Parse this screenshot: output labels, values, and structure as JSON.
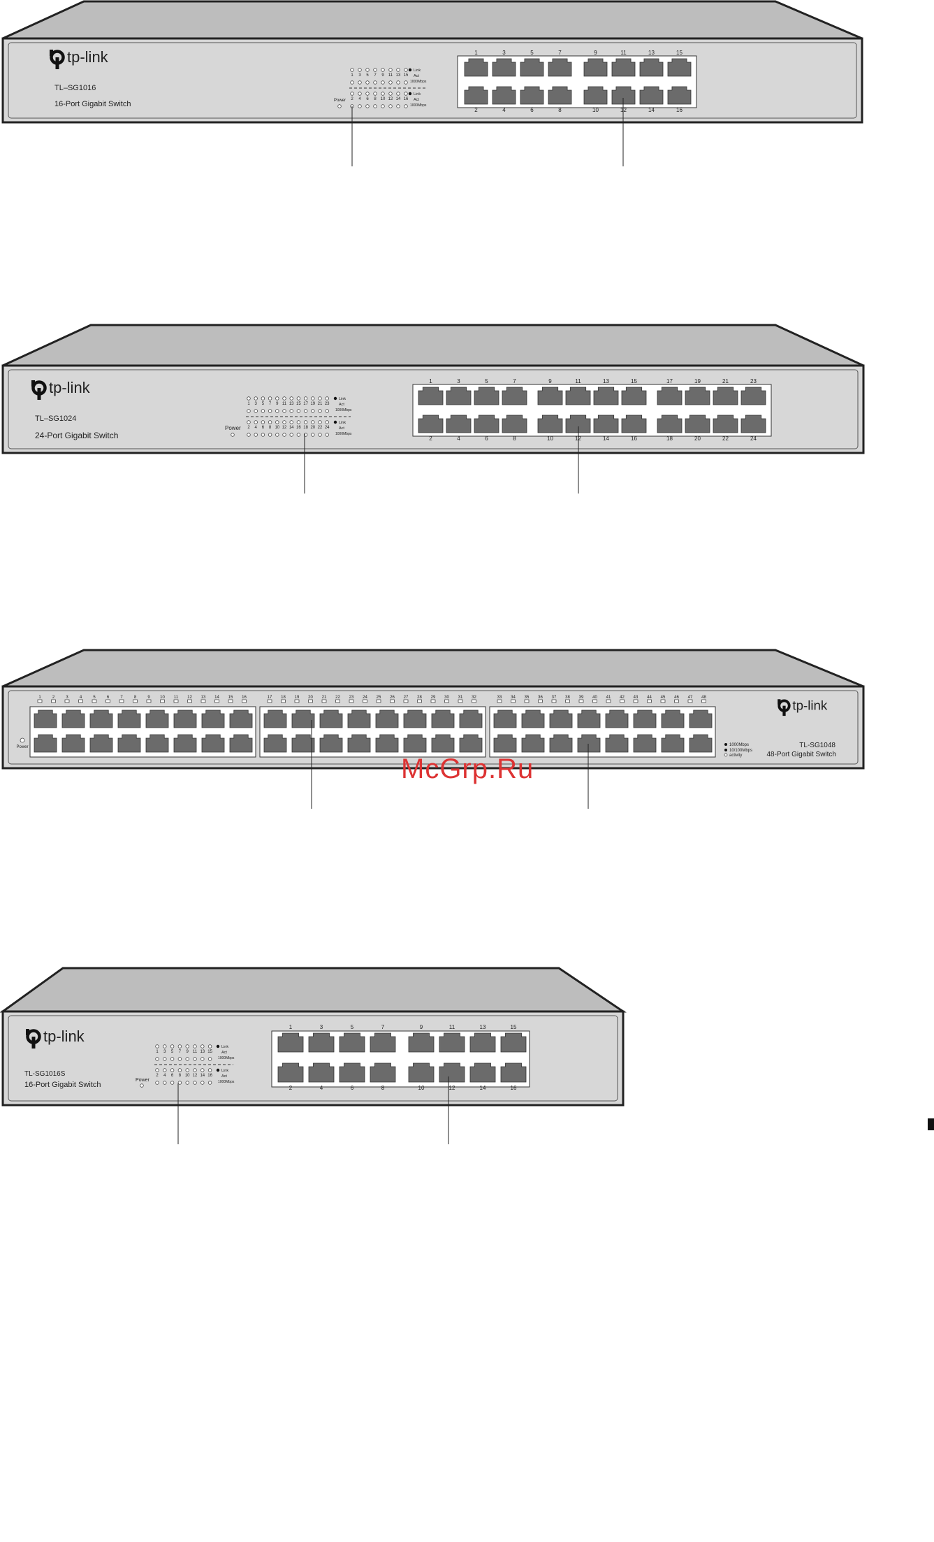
{
  "brand": {
    "logo_text": "tp-link"
  },
  "devices": [
    {
      "id": "sg1016",
      "model": "TL–SG1016",
      "description": "16-Port Gigabit Switch",
      "port_count": 16,
      "led_numbers_top": [
        "1",
        "3",
        "5",
        "7",
        "9",
        "11",
        "13",
        "15"
      ],
      "led_numbers_bottom": [
        "2",
        "4",
        "6",
        "8",
        "10",
        "12",
        "14",
        "16"
      ],
      "led_legend_top": [
        "Link",
        "Act",
        "1000Mbps"
      ],
      "led_legend_bottom": [
        "Link",
        "Act",
        "1000Mbps"
      ],
      "power_label": "Power",
      "port_numbers_top": [
        "1",
        "3",
        "5",
        "7",
        "9",
        "11",
        "13",
        "15"
      ],
      "port_numbers_bottom": [
        "2",
        "4",
        "6",
        "8",
        "10",
        "12",
        "14",
        "16"
      ]
    },
    {
      "id": "sg1024",
      "model": "TL–SG1024",
      "description": "24-Port Gigabit Switch",
      "port_count": 24,
      "led_numbers_top": [
        "1",
        "3",
        "5",
        "7",
        "9",
        "11",
        "13",
        "15",
        "17",
        "19",
        "21",
        "23"
      ],
      "led_numbers_bottom": [
        "2",
        "4",
        "6",
        "8",
        "10",
        "12",
        "14",
        "16",
        "18",
        "20",
        "22",
        "24"
      ],
      "led_legend_top": [
        "Link",
        "Act",
        "1000Mbps"
      ],
      "led_legend_bottom": [
        "Link",
        "Act",
        "1000Mbps"
      ],
      "power_label": "Power",
      "port_numbers_top": [
        "1",
        "3",
        "5",
        "7",
        "9",
        "11",
        "13",
        "15",
        "17",
        "19",
        "21",
        "23"
      ],
      "port_numbers_bottom": [
        "2",
        "4",
        "6",
        "8",
        "10",
        "12",
        "14",
        "16",
        "18",
        "20",
        "22",
        "24"
      ]
    },
    {
      "id": "sg1048",
      "model": "TL-SG1048",
      "description": "48-Port Gigabit Switch",
      "port_count": 48,
      "power_label": "Power",
      "led_legend": [
        "1000Mbps",
        "10/100Mbps",
        "activity"
      ]
    },
    {
      "id": "sg1016s",
      "model": "TL-SG1016S",
      "description": "16-Port Gigabit Switch",
      "port_count": 16,
      "led_numbers_top": [
        "1",
        "3",
        "5",
        "7",
        "9",
        "11",
        "13",
        "15"
      ],
      "led_numbers_bottom": [
        "2",
        "4",
        "6",
        "8",
        "10",
        "12",
        "14",
        "16"
      ],
      "led_legend_top": [
        "Link",
        "Act",
        "1000Mbps"
      ],
      "led_legend_bottom": [
        "Link",
        "Act",
        "1000Mbps"
      ],
      "power_label": "Power",
      "port_numbers_top": [
        "1",
        "3",
        "5",
        "7",
        "9",
        "11",
        "13",
        "15"
      ],
      "port_numbers_bottom": [
        "2",
        "4",
        "6",
        "8",
        "10",
        "12",
        "14",
        "16"
      ]
    }
  ],
  "watermark": "McGrp.Ru",
  "colors": {
    "body": "#d7d7d7",
    "top": "#bdbdbd",
    "port": "#6b6b6b",
    "outline": "#222222"
  }
}
